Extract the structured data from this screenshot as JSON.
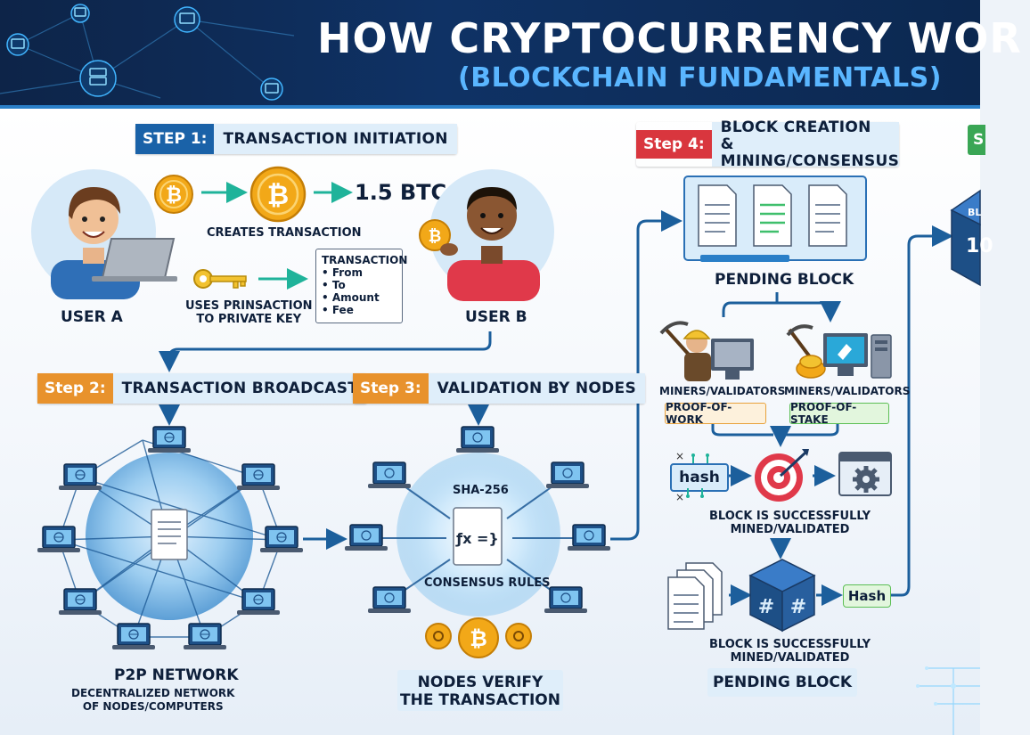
{
  "header": {
    "title": "HOW CRYPTOCURRENCY WOR",
    "subtitle": "(BLOCKCHAIN FUNDAMENTALS)"
  },
  "step1": {
    "tag": "STEP 1:",
    "title": "TRANSACTION INITIATION",
    "user_a": "USER A",
    "user_b": "USER B",
    "amount": "1.5 BTC",
    "creates": "CREATES TRANSACTION",
    "uses_line1": "USES PRINSACTION",
    "uses_line2": "TO PRIVATE KEY",
    "tx_title": "TRANSACTION",
    "tx_fields": [
      "• From",
      "• To",
      "• Amount",
      "• Fee"
    ]
  },
  "step2": {
    "tag": "Step 2:",
    "title": "TRANSACTION BROADCAST",
    "network": "P2P NETWORK",
    "desc_line1": "DECENTRALIZED NETWORK",
    "desc_line2": "OF NODES/COMPUTERS"
  },
  "step3": {
    "tag": "Step 3:",
    "title": "VALIDATION BY NODES",
    "sha": "SHA-256",
    "fx": "ƒx =}",
    "rules": "CONSENSUS RULES",
    "verify_line1": "NODES VERIFY",
    "verify_line2": "THE TRANSACTION"
  },
  "step4": {
    "tag": "Step 4:",
    "title_line1": "BLOCK CREATION &",
    "title_line2": "MINING/CONSENSUS",
    "pending": "PENDING BLOCK",
    "miners_a": "MINERS/VALIDATORS",
    "miners_b": "MINERS/VALIDATORS",
    "pow": "PROOF-OF-WORK",
    "pos": "PROOF-OF-STAKE",
    "hash": "hash",
    "mined1_line1": "BLOCK IS SUCCESSFULLY",
    "mined1_line2": "MINED/VALIDATED",
    "mined2_line1": "BLOCK IS SUCCESSFULLY",
    "mined2_line2": "MINED/VALIDATED",
    "hash_box": "Hash",
    "pending_bottom": "PENDING BLOCK"
  },
  "step5": {
    "tag": "S",
    "cube_top": "BL",
    "cube_num": "10"
  },
  "colors": {
    "header_bg": "#0f3265",
    "title": "#ffffff",
    "subtitle": "#5ab6ff",
    "step1": "#1a62a8",
    "step_orange": "#e8922c",
    "step4": "#d9363e",
    "step5": "#3aa655",
    "arrow": "#1c5f9c",
    "teal_arrow": "#1fb39a",
    "bitcoin": "#f2a818"
  }
}
